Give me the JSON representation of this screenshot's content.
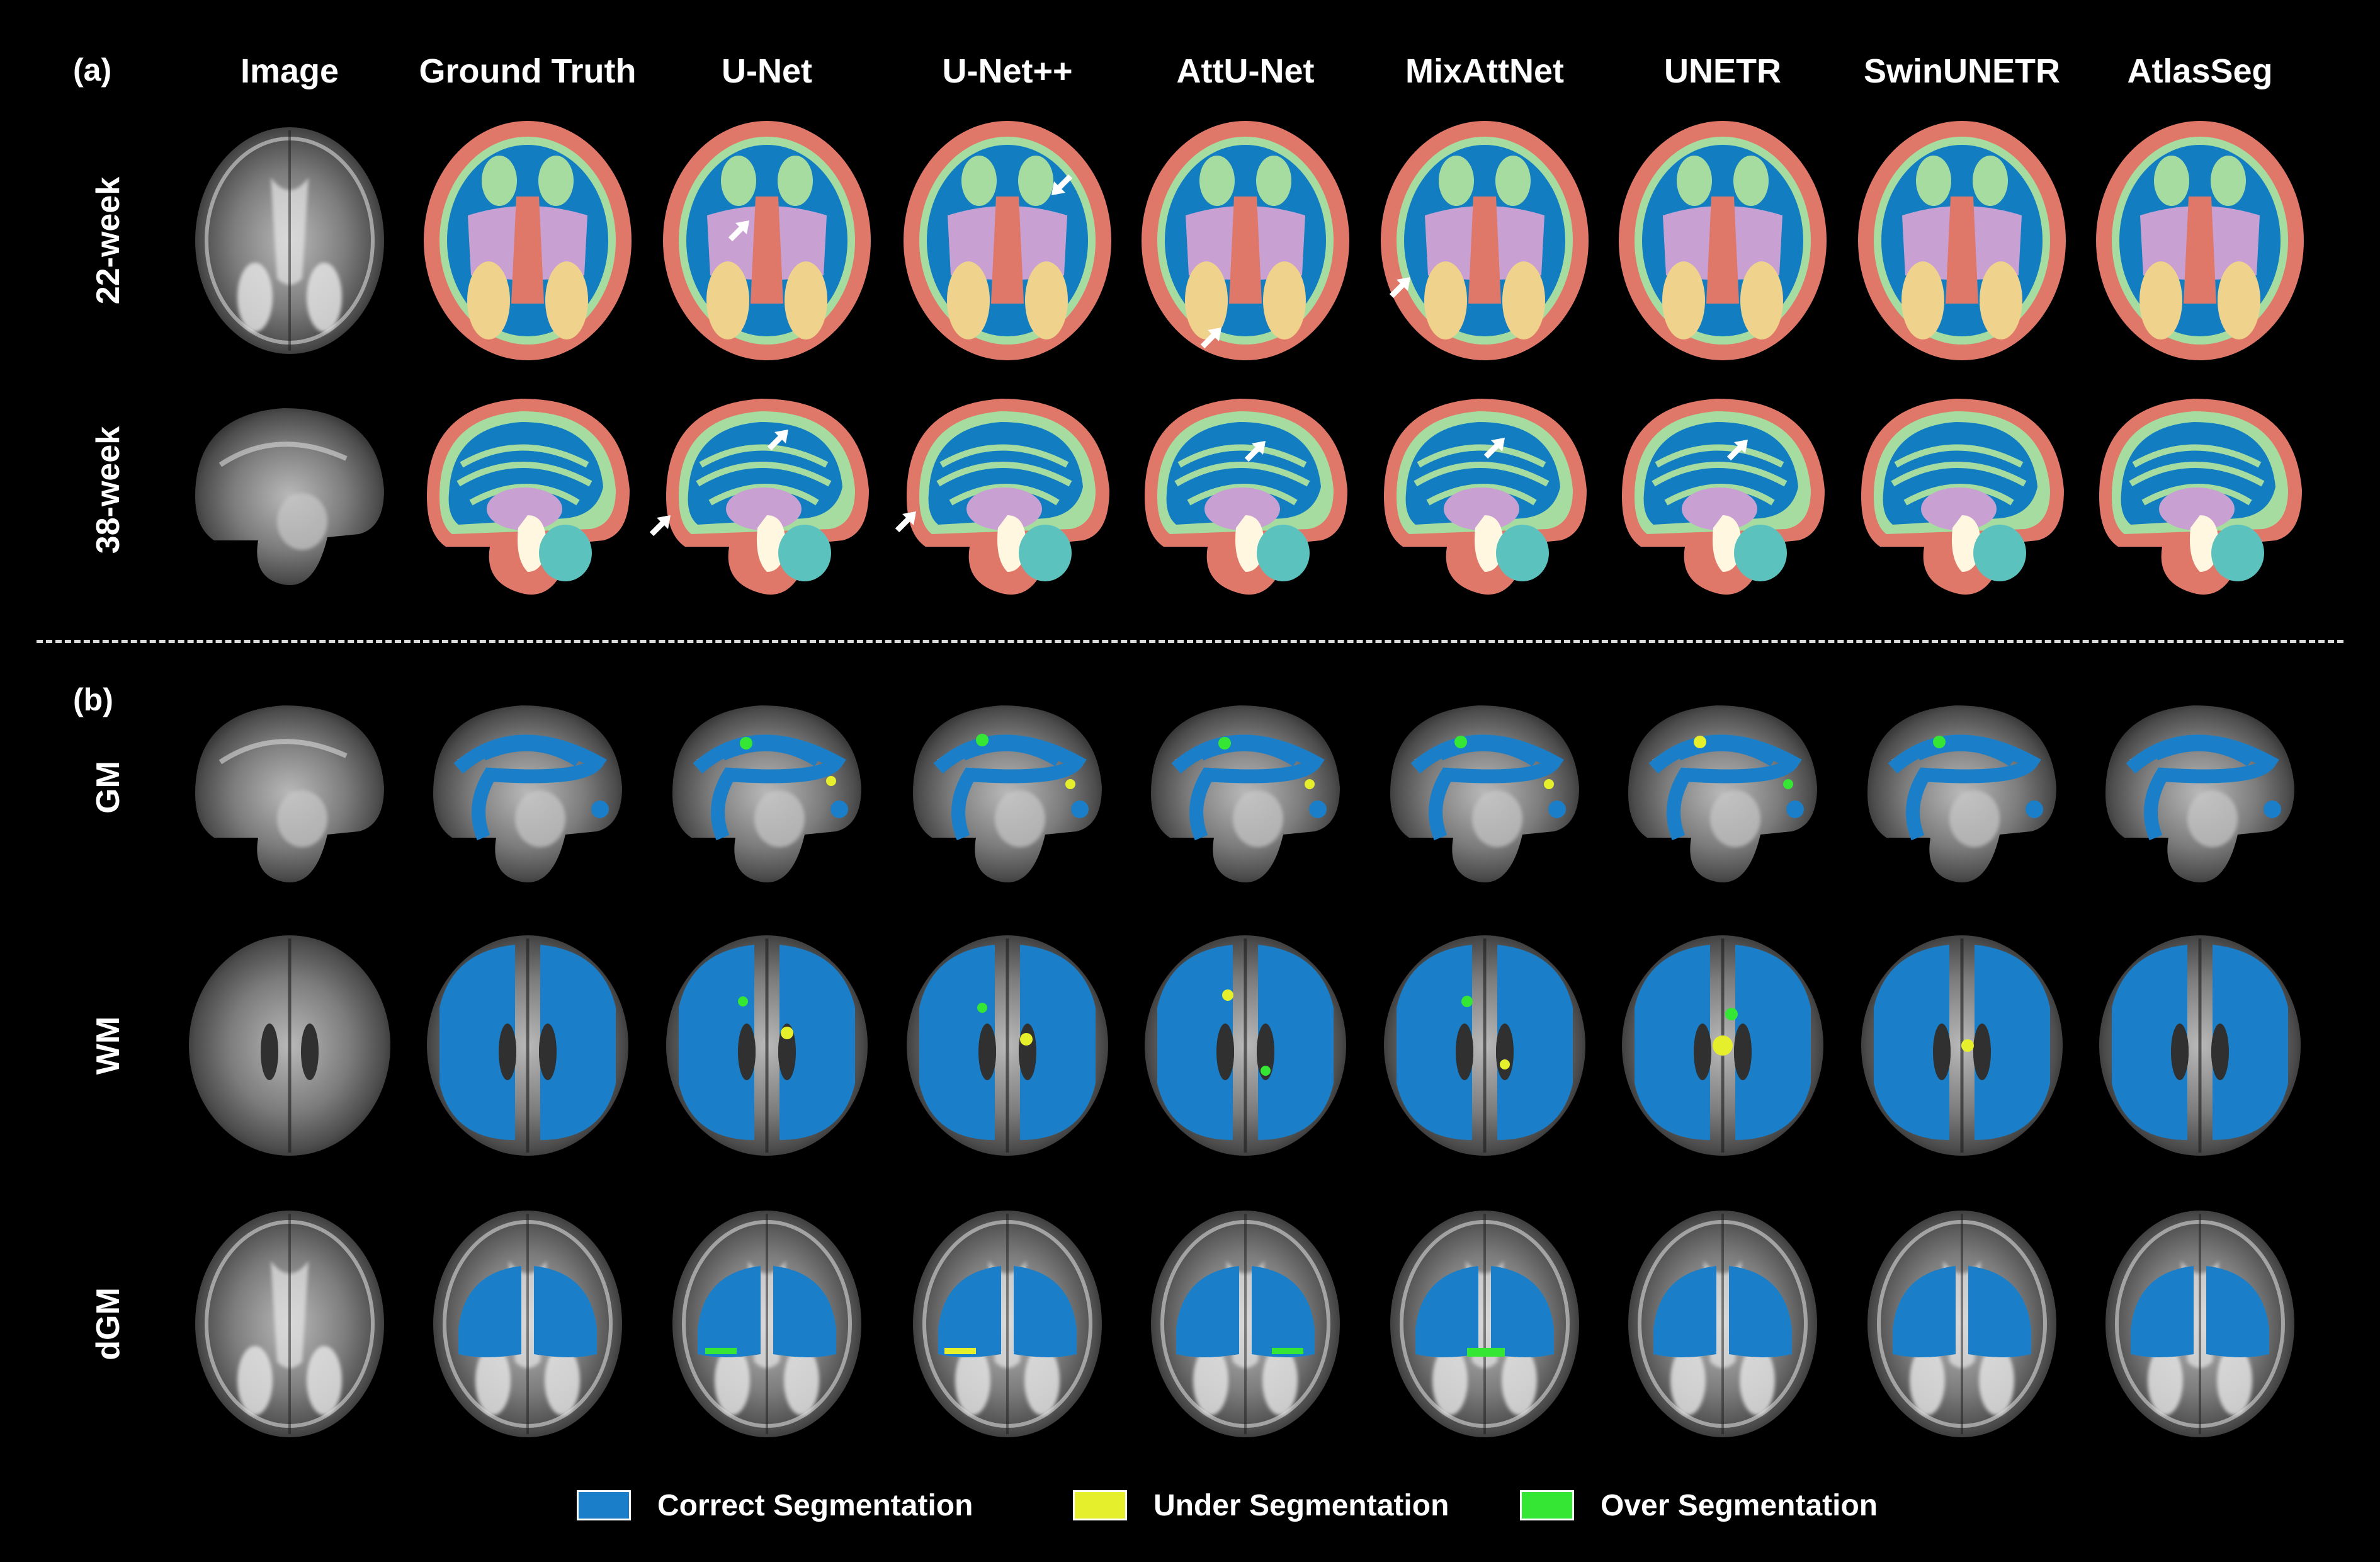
{
  "panels": {
    "a": "(a)",
    "b": "(b)"
  },
  "columns": [
    "Image",
    "Ground Truth",
    "U-Net",
    "U-Net++",
    "AttU-Net",
    "MixAttNet",
    "UNETR",
    "SwinUNETR",
    "AtlasSeg"
  ],
  "rows_a": [
    "22-week",
    "38-week"
  ],
  "rows_b": [
    "GM",
    "WM",
    "dGM"
  ],
  "legend": [
    {
      "label": "Correct Segmentation",
      "color": "#1a7fc8"
    },
    {
      "label": "Under Segmentation",
      "color": "#e6ef2c"
    },
    {
      "label": "Over Segmentation",
      "color": "#35e635"
    }
  ],
  "colors": {
    "csf": "#e0786a",
    "wm": "#127ec1",
    "gm": "#a6dca0",
    "dgm": "#c9a0d2",
    "ventricle": "#efd28c",
    "brainstem": "#fff7e0",
    "cerebellum": "#5cc2be",
    "correct": "#1a7fc8",
    "under": "#e6ef2c",
    "over": "#35e635"
  }
}
